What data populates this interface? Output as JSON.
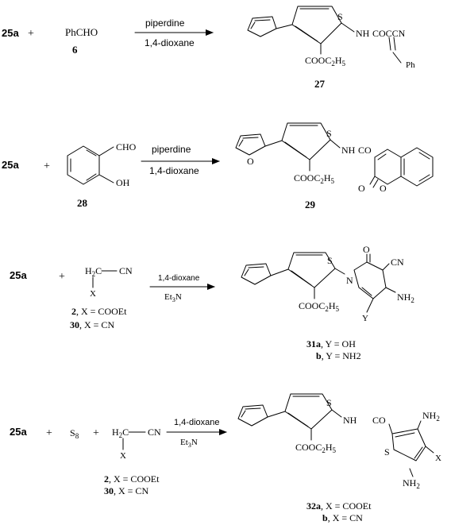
{
  "reactions": [
    {
      "reactants": [
        "25a",
        "+",
        "PhCHO",
        "6"
      ],
      "conditions": [
        "piperdine",
        "1,4-dioxane"
      ],
      "product": {
        "atom_labels": [
          "S",
          "NH",
          "COCCN",
          "Ph",
          "COOC2H5"
        ],
        "number": "27"
      }
    },
    {
      "reactants": [
        "25a",
        "+",
        "CHO",
        "OH",
        "28"
      ],
      "conditions": [
        "piperdine",
        "1,4-dioxane"
      ],
      "product": {
        "atom_labels": [
          "S",
          "NH",
          "CO",
          "COOC2H5",
          "O",
          "O",
          "O"
        ],
        "number": "29"
      }
    },
    {
      "reactants": [
        "25a",
        "+",
        "H2C",
        "CN",
        "X"
      ],
      "reagent_legend": [
        {
          "number": "2",
          "text": ", X = COOEt"
        },
        {
          "number": "30",
          "text": ", X = CN"
        }
      ],
      "conditions": [
        "1,4-dioxane",
        "Et3N"
      ],
      "product": {
        "atom_labels": [
          "S",
          "N",
          "O",
          "CN",
          "NH2",
          "Y",
          "COOC2H5"
        ],
        "legend": [
          {
            "number": "31a",
            "text": ", Y = OH"
          },
          {
            "number": "b",
            "text": ", Y = NH2"
          }
        ]
      }
    },
    {
      "reactants": [
        "25a",
        "+",
        "S8",
        "+",
        "H2C",
        "CN",
        "X"
      ],
      "reagent_legend": [
        {
          "number": "2",
          "text": ",   X = COOEt"
        },
        {
          "number": "30",
          "text": ", X = CN"
        }
      ],
      "conditions": [
        "1,4-dioxane",
        "Et3N"
      ],
      "product": {
        "atom_labels": [
          "S",
          "NH",
          "CO",
          "COOC2H5",
          "NH2",
          "S",
          "X",
          "NH2"
        ],
        "legend": [
          {
            "number": "32a",
            "text": ", X = COOEt"
          },
          {
            "number": "b",
            "text": ", X = CN"
          }
        ]
      }
    }
  ]
}
